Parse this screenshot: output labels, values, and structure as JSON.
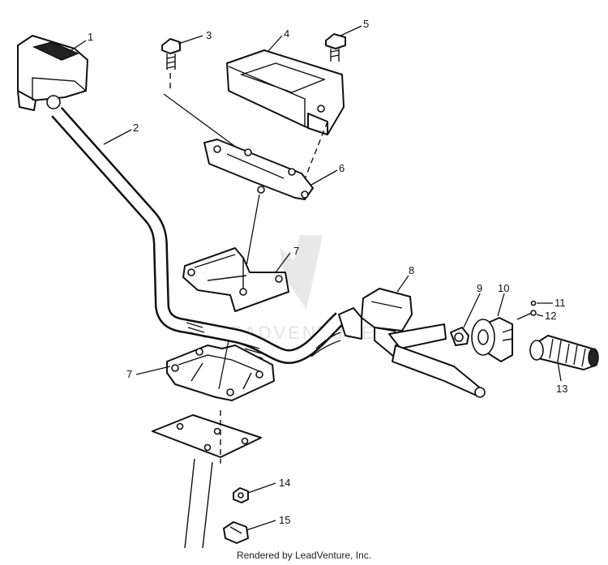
{
  "callouts": [
    {
      "id": "c1",
      "text": "1"
    },
    {
      "id": "c2",
      "text": "2"
    },
    {
      "id": "c3",
      "text": "3"
    },
    {
      "id": "c4",
      "text": "4"
    },
    {
      "id": "c5",
      "text": "5"
    },
    {
      "id": "c6",
      "text": "6"
    },
    {
      "id": "c7a",
      "text": "7"
    },
    {
      "id": "c7b",
      "text": "7"
    },
    {
      "id": "c8",
      "text": "8"
    },
    {
      "id": "c9",
      "text": "9"
    },
    {
      "id": "c10",
      "text": "10"
    },
    {
      "id": "c11",
      "text": "11"
    },
    {
      "id": "c12",
      "text": "12"
    },
    {
      "id": "c13",
      "text": "13"
    },
    {
      "id": "c14",
      "text": "14"
    },
    {
      "id": "c15",
      "text": "15"
    }
  ],
  "watermark": "LEADVENTURE",
  "footer": "Rendered by LeadVenture, Inc."
}
